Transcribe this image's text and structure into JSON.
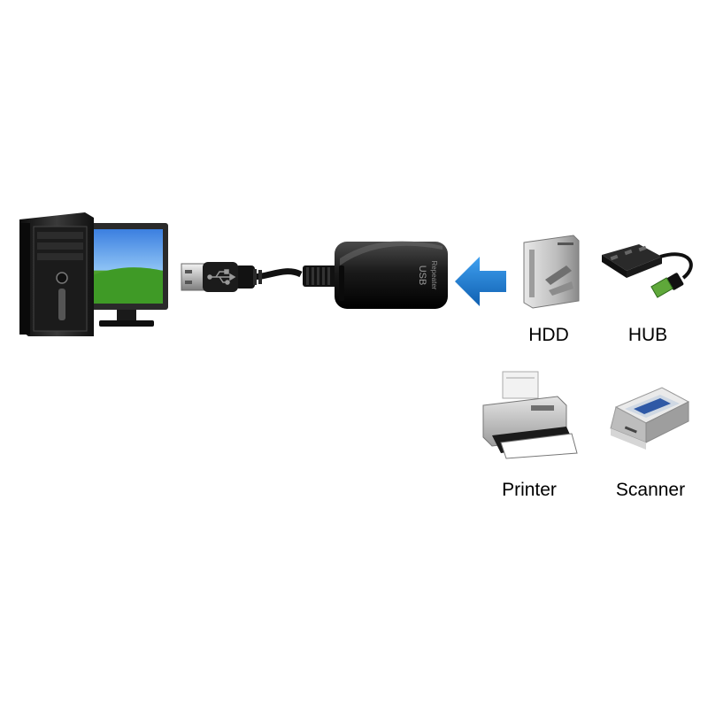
{
  "devices": {
    "hdd": {
      "label": "HDD",
      "icon": "external-hdd-icon"
    },
    "hub": {
      "label": "HUB",
      "icon": "usb-hub-icon"
    },
    "printer": {
      "label": "Printer",
      "icon": "printer-icon"
    },
    "scanner": {
      "label": "Scanner",
      "icon": "scanner-icon"
    }
  },
  "repeater": {
    "line1": "USB",
    "line2": "Repeater",
    "icon": "usb-repeater-icon"
  },
  "computer": {
    "icon": "desktop-computer-icon"
  },
  "connector": {
    "icon": "usb-a-plug-icon",
    "symbol_icon": "usb-trident-icon"
  },
  "arrow": {
    "icon": "arrow-left-icon",
    "color": "#1f7fcf"
  }
}
